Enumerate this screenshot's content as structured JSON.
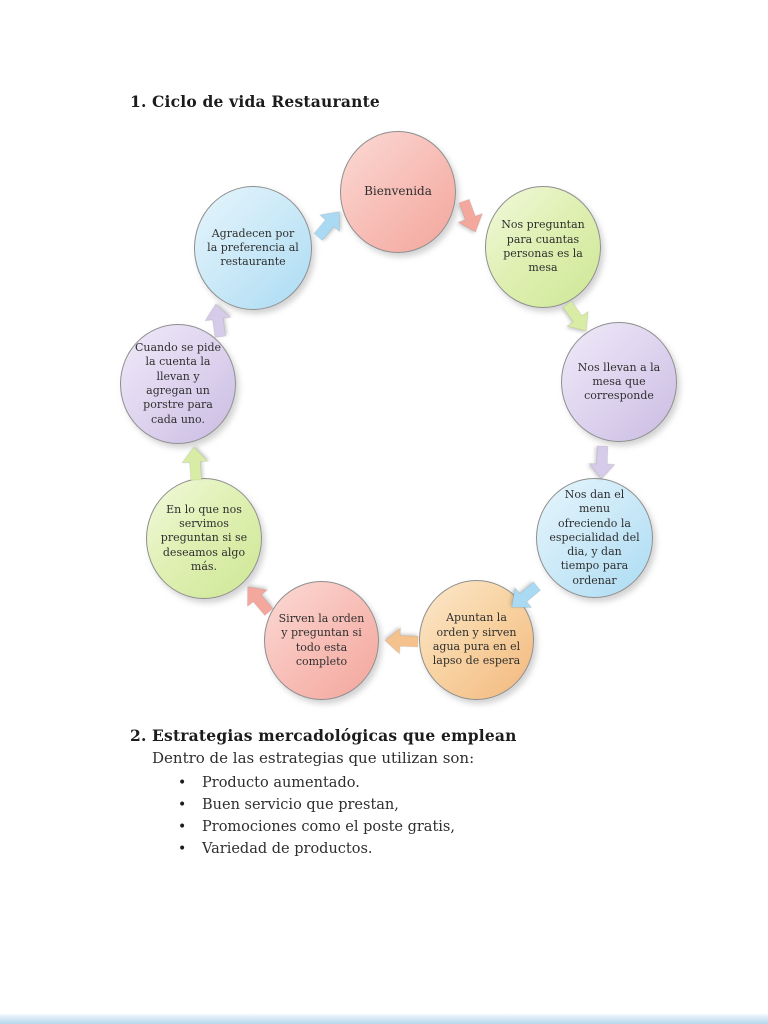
{
  "document": {
    "section1": {
      "number": "1.",
      "title": "Ciclo de vida Restaurante"
    },
    "section2": {
      "number": "2.",
      "title": "Estrategias mercadológicas que emplean",
      "intro": "Dentro de las estrategias que utilizan son:",
      "bullets": [
        "Producto aumentado.",
        "Buen servicio que prestan,",
        "Promociones como el poste gratis,",
        "Variedad de productos."
      ]
    }
  },
  "diagram": {
    "type": "cycle",
    "direction": "clockwise",
    "steps": [
      {
        "label": "Bienvenida",
        "color": "#f3a69c",
        "color_name": "pink"
      },
      {
        "label": "Nos preguntan para cuantas personas es la mesa",
        "color": "#cde795",
        "color_name": "green"
      },
      {
        "label": "Nos llevan a la mesa que corresponde",
        "color": "#cabce2",
        "color_name": "purple"
      },
      {
        "label": "Nos dan el menu ofreciendo la especialidad del dia, y dan tiempo para ordenar",
        "color": "#abdbf3",
        "color_name": "blue"
      },
      {
        "label": "Apuntan la orden y sirven agua pura en el lapso de espera",
        "color": "#f3b87e",
        "color_name": "orange"
      },
      {
        "label": "Sirven la orden y preguntan si todo esta completo",
        "color": "#f3a69c",
        "color_name": "pink"
      },
      {
        "label": "En lo que nos servimos preguntan si se deseamos algo más.",
        "color": "#cde795",
        "color_name": "green"
      },
      {
        "label": "Cuando se pide la cuenta la llevan y agregan un porstre  para cada uno.",
        "color": "#cabce2",
        "color_name": "purple"
      },
      {
        "label": "Agradecen por la preferencia al restaurante",
        "color": "#abdbf3",
        "color_name": "blue"
      }
    ],
    "arrows": [
      {
        "from": 0,
        "to": 1,
        "color": "#f4a79d"
      },
      {
        "from": 1,
        "to": 2,
        "color": "#d9eca5"
      },
      {
        "from": 2,
        "to": 3,
        "color": "#d6cbe9"
      },
      {
        "from": 3,
        "to": 4,
        "color": "#aadaf3"
      },
      {
        "from": 4,
        "to": 5,
        "color": "#f5c28e"
      },
      {
        "from": 5,
        "to": 6,
        "color": "#f4a79d"
      },
      {
        "from": 6,
        "to": 7,
        "color": "#d9eca5"
      },
      {
        "from": 7,
        "to": 8,
        "color": "#d6cbe9"
      },
      {
        "from": 8,
        "to": 0,
        "color": "#aadaf3"
      }
    ]
  }
}
